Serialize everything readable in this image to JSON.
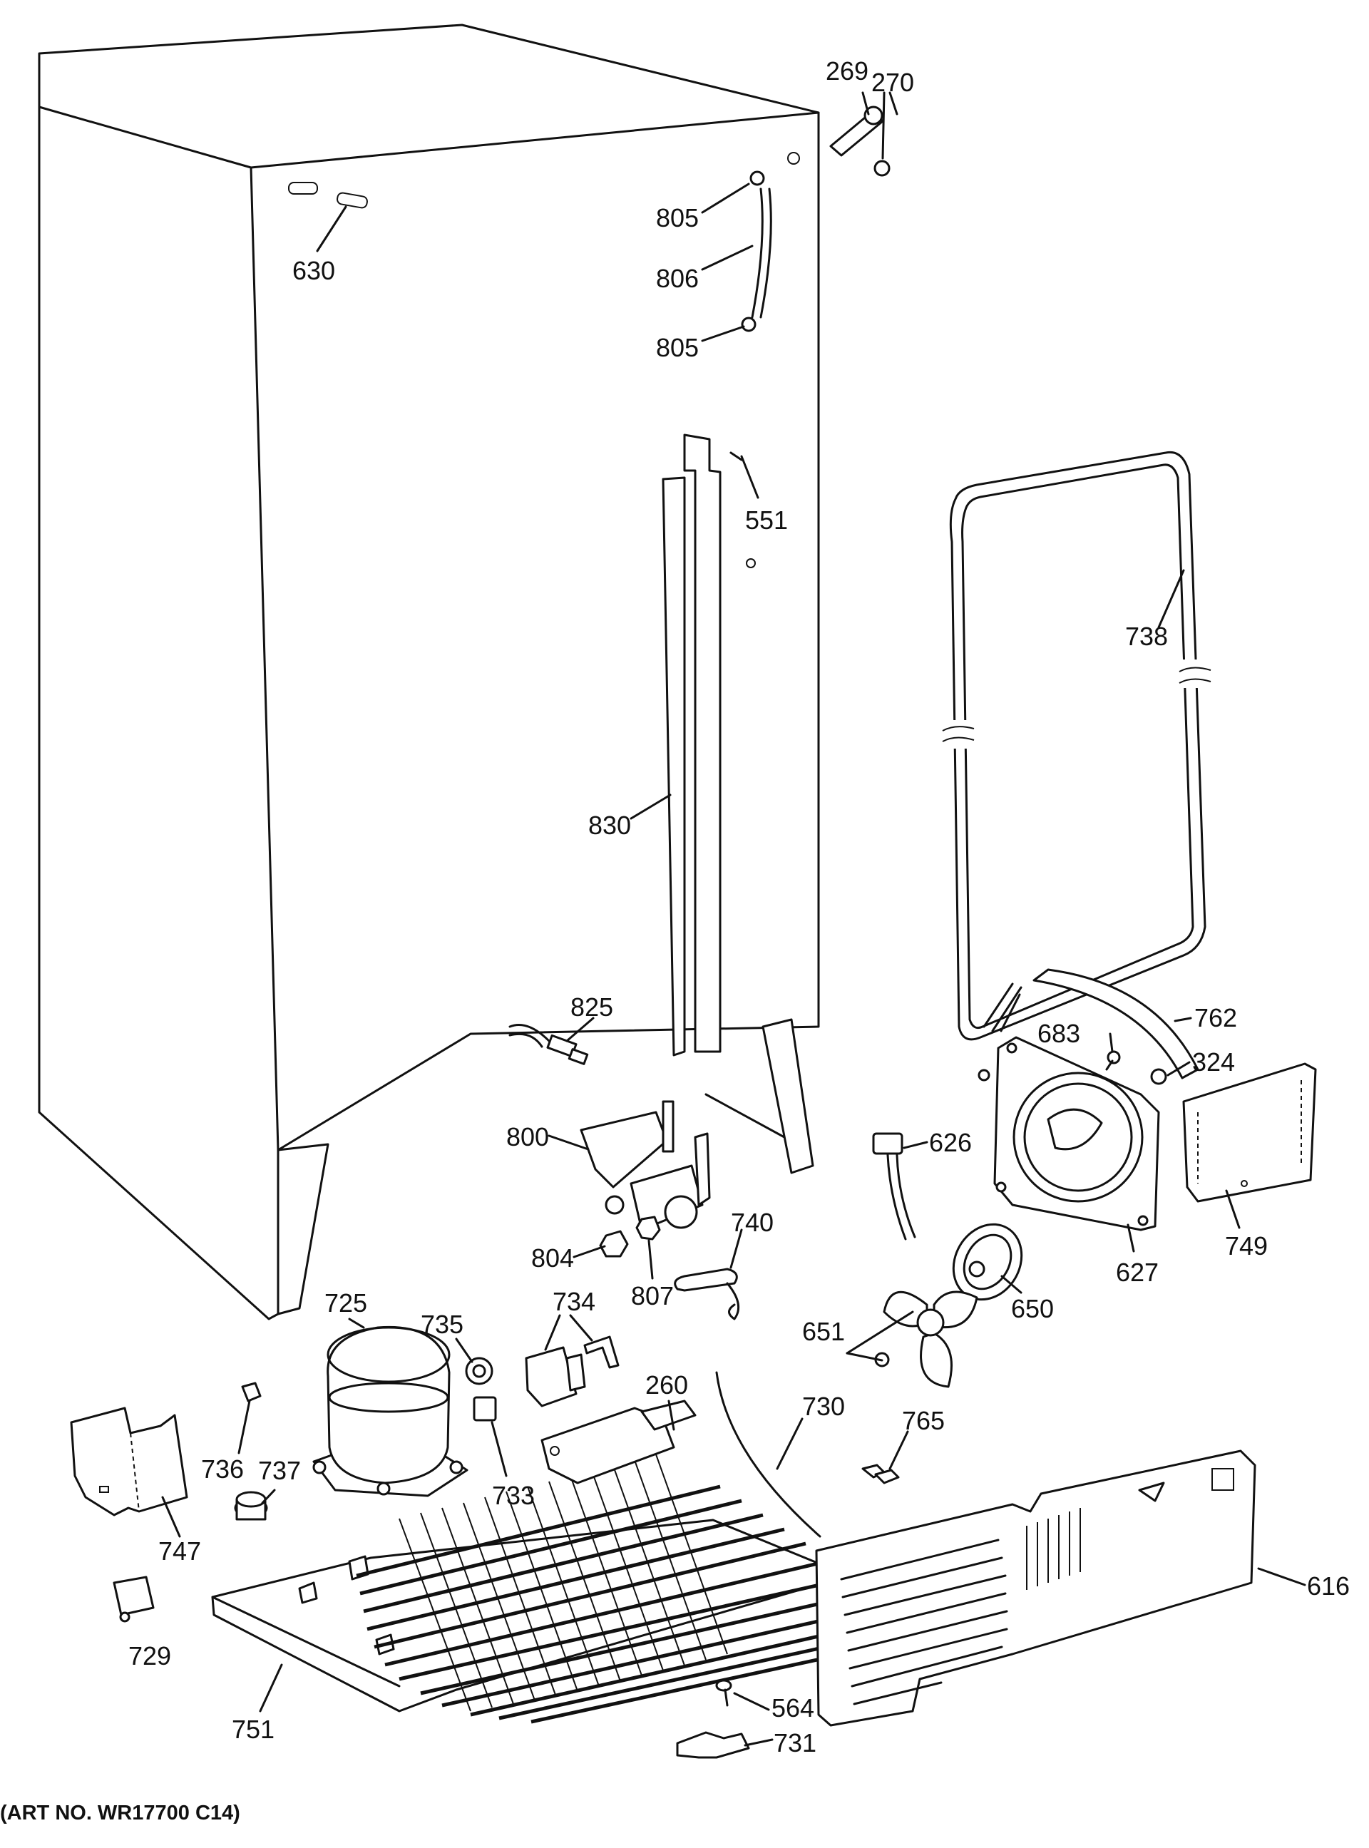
{
  "diagram": {
    "art_number": "(ART NO. WR17700 C14)",
    "callouts": [
      {
        "id": "269",
        "text": "269"
      },
      {
        "id": "270",
        "text": "270"
      },
      {
        "id": "630",
        "text": "630"
      },
      {
        "id": "805a",
        "text": "805"
      },
      {
        "id": "806",
        "text": "806"
      },
      {
        "id": "805b",
        "text": "805"
      },
      {
        "id": "551",
        "text": "551"
      },
      {
        "id": "738",
        "text": "738"
      },
      {
        "id": "830",
        "text": "830"
      },
      {
        "id": "825",
        "text": "825"
      },
      {
        "id": "762",
        "text": "762"
      },
      {
        "id": "683",
        "text": "683"
      },
      {
        "id": "324",
        "text": "324"
      },
      {
        "id": "800",
        "text": "800"
      },
      {
        "id": "626",
        "text": "626"
      },
      {
        "id": "740",
        "text": "740"
      },
      {
        "id": "804",
        "text": "804"
      },
      {
        "id": "807",
        "text": "807"
      },
      {
        "id": "627",
        "text": "627"
      },
      {
        "id": "749",
        "text": "749"
      },
      {
        "id": "725",
        "text": "725"
      },
      {
        "id": "735",
        "text": "735"
      },
      {
        "id": "734",
        "text": "734"
      },
      {
        "id": "650",
        "text": "650"
      },
      {
        "id": "651",
        "text": "651"
      },
      {
        "id": "260",
        "text": "260"
      },
      {
        "id": "730",
        "text": "730"
      },
      {
        "id": "765",
        "text": "765"
      },
      {
        "id": "736",
        "text": "736"
      },
      {
        "id": "737",
        "text": "737"
      },
      {
        "id": "733",
        "text": "733"
      },
      {
        "id": "747",
        "text": "747"
      },
      {
        "id": "616",
        "text": "616"
      },
      {
        "id": "729",
        "text": "729"
      },
      {
        "id": "751",
        "text": "751"
      },
      {
        "id": "564",
        "text": "564"
      },
      {
        "id": "731",
        "text": "731"
      }
    ]
  }
}
